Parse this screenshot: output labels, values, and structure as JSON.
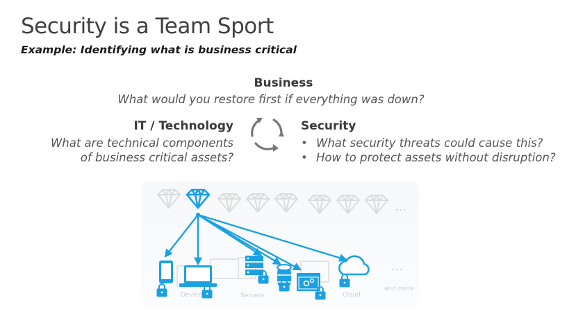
{
  "slide": {
    "title": "Security is a Team Sport",
    "subtitle": "Example: Identifying what is business critical"
  },
  "business": {
    "heading": "Business",
    "question": "What would you restore first if everything was down?"
  },
  "it": {
    "heading": "IT / Technology",
    "question_line1": "What are technical components",
    "question_line2": "of business critical assets?"
  },
  "security": {
    "heading": "Security",
    "bullets": [
      "What security threats could cause this?",
      "How to protect assets without disruption?"
    ]
  },
  "diagram": {
    "accent_color": "#1ba1e2",
    "faded_color": "#d8d8d8",
    "more_top": "...",
    "more_bottom": "...",
    "captions": {
      "servers": "Servers",
      "cloud": "Cloud",
      "and_more": "and more"
    },
    "icons": [
      "gem-icon",
      "phone-icon",
      "laptop-icon",
      "server-icon",
      "database-icon",
      "app-window-icon",
      "cloud-icon",
      "lock-icon",
      "cycle-arrows-icon"
    ]
  }
}
